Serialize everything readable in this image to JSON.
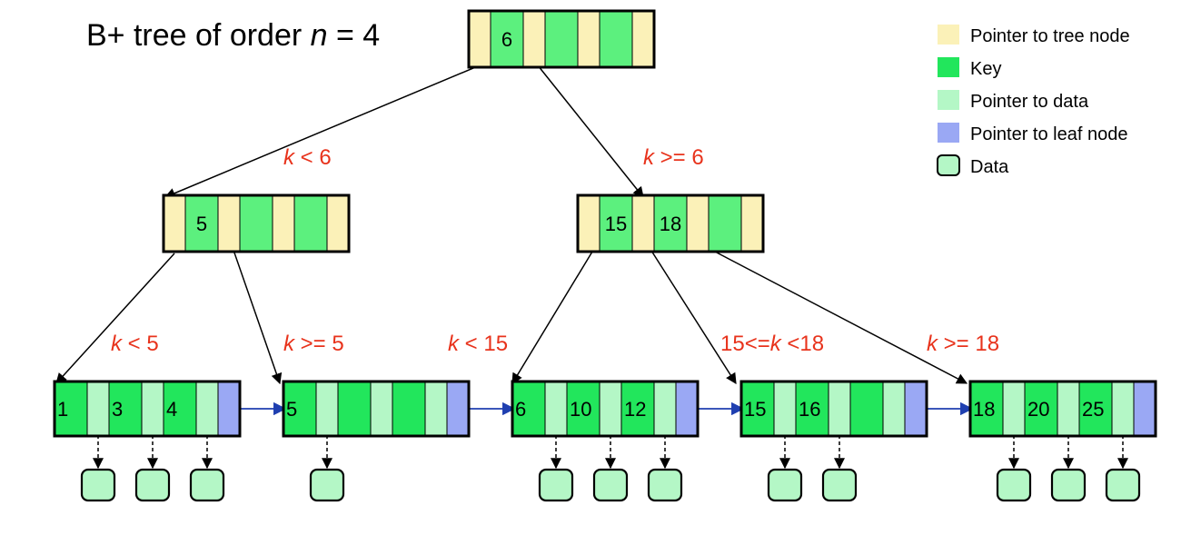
{
  "title": {
    "prefix": "B+ tree of order ",
    "var": "n",
    "suffix": " = 4"
  },
  "colors": {
    "tree_ptr": "#fbf1b8",
    "key": "#22e65c",
    "key_light": "#5cf07e",
    "data_ptr": "#b4f7c6",
    "leaf_ptr": "#9aa8f4",
    "data": "#b4f7c6",
    "condition": "#e8331c",
    "leaf_arrow": "#1f3fb0"
  },
  "legend": [
    {
      "label": "Pointer to tree node",
      "swatch": "tree_ptr",
      "icon": "tree-pointer-swatch"
    },
    {
      "label": "Key",
      "swatch": "key",
      "icon": "key-swatch"
    },
    {
      "label": "Pointer to data",
      "swatch": "data_ptr",
      "icon": "data-pointer-swatch"
    },
    {
      "label": "Pointer to leaf node",
      "swatch": "leaf_ptr",
      "icon": "leaf-pointer-swatch"
    },
    {
      "label": "Data",
      "swatch": "data",
      "icon": "data-swatch",
      "rounded": true
    }
  ],
  "internal_nodes": [
    {
      "id": "root",
      "keys": [
        "6",
        "",
        ""
      ]
    },
    {
      "id": "left",
      "keys": [
        "5",
        "",
        ""
      ]
    },
    {
      "id": "right",
      "keys": [
        "15",
        "18",
        ""
      ]
    }
  ],
  "leaves": [
    {
      "id": "leaf1",
      "keys": [
        "1",
        "3",
        "4"
      ]
    },
    {
      "id": "leaf2",
      "keys": [
        "5",
        "",
        ""
      ]
    },
    {
      "id": "leaf3",
      "keys": [
        "6",
        "10",
        "12"
      ]
    },
    {
      "id": "leaf4",
      "keys": [
        "15",
        "16",
        ""
      ]
    },
    {
      "id": "leaf5",
      "keys": [
        "18",
        "20",
        "25"
      ]
    }
  ],
  "conditions": [
    {
      "id": "root-left",
      "pre": "",
      "k": "k",
      "post": " < 6"
    },
    {
      "id": "root-right",
      "pre": "",
      "k": "k",
      "post": " >= 6"
    },
    {
      "id": "left-0",
      "pre": "",
      "k": "k",
      "post": " < 5"
    },
    {
      "id": "left-1",
      "pre": "",
      "k": "k",
      "post": " >= 5"
    },
    {
      "id": "right-0",
      "pre": "",
      "k": "k",
      "post": " < 15"
    },
    {
      "id": "right-1",
      "pre": "15<=",
      "k": "k",
      "post": " <18"
    },
    {
      "id": "right-2",
      "pre": "",
      "k": "k",
      "post": " >= 18"
    }
  ]
}
